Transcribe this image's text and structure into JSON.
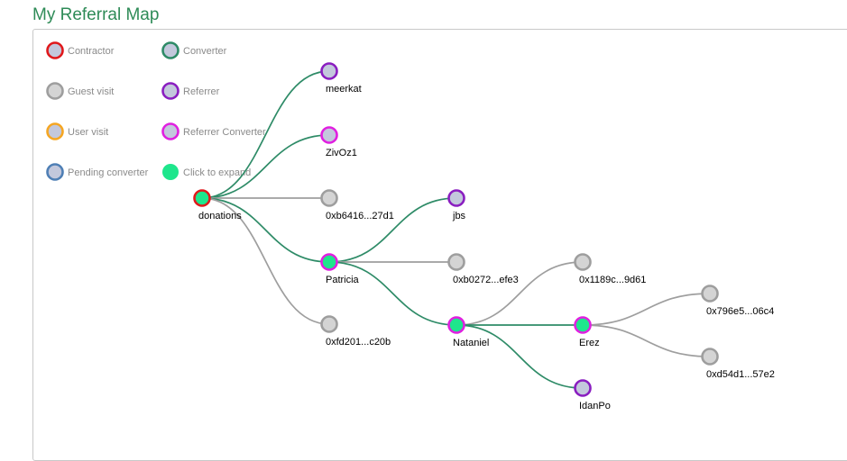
{
  "title": "My Referral Map",
  "legend": [
    {
      "label": "Contractor",
      "stroke": "#e0191c",
      "fill": "#c3c8dc"
    },
    {
      "label": "Converter",
      "stroke": "#2e8b67",
      "fill": "#c3c8dc"
    },
    {
      "label": "Guest visit",
      "stroke": "#9e9e9e",
      "fill": "#d4d4d4"
    },
    {
      "label": "Referrer",
      "stroke": "#8a1ec0",
      "fill": "#c3c8dc"
    },
    {
      "label": "User visit",
      "stroke": "#f5a623",
      "fill": "#c3c8dc"
    },
    {
      "label": "Referrer Converter",
      "stroke": "#e020e0",
      "fill": "#c3c8dc"
    },
    {
      "label": "Pending converter",
      "stroke": "#4f7fb5",
      "fill": "#c3c8dc"
    },
    {
      "label": "Click to expand",
      "stroke": "#1ee68c",
      "fill": "#1ee68c"
    }
  ],
  "colors": {
    "edge_converter": "#2e8b67",
    "edge_guest": "#9e9e9e",
    "expand": "#1ee68c"
  },
  "nodes": [
    {
      "id": "donations",
      "label": "donations",
      "type": "Contractor",
      "expandable": true
    },
    {
      "id": "meerkat",
      "label": "meerkat",
      "type": "Referrer",
      "expandable": false
    },
    {
      "id": "zivoz1",
      "label": "ZivOz1",
      "type": "Referrer Converter",
      "expandable": false
    },
    {
      "id": "g1",
      "label": "0xb6416...27d1",
      "type": "Guest visit",
      "expandable": false
    },
    {
      "id": "patricia",
      "label": "Patricia",
      "type": "Referrer Converter",
      "expandable": true
    },
    {
      "id": "g2",
      "label": "0xfd201...c20b",
      "type": "Guest visit",
      "expandable": false
    },
    {
      "id": "jbs",
      "label": "jbs",
      "type": "Referrer",
      "expandable": false
    },
    {
      "id": "g3",
      "label": "0xb0272...efe3",
      "type": "Guest visit",
      "expandable": false
    },
    {
      "id": "nataniel",
      "label": "Nataniel",
      "type": "Referrer Converter",
      "expandable": true
    },
    {
      "id": "g4",
      "label": "0x1189c...9d61",
      "type": "Guest visit",
      "expandable": false
    },
    {
      "id": "erez",
      "label": "Erez",
      "type": "Referrer Converter",
      "expandable": true
    },
    {
      "id": "idanpo",
      "label": "IdanPo",
      "type": "Referrer",
      "expandable": false
    },
    {
      "id": "g5",
      "label": "0x796e5...06c4",
      "type": "Guest visit",
      "expandable": false
    },
    {
      "id": "g6",
      "label": "0xd54d1...57e2",
      "type": "Guest visit",
      "expandable": false
    }
  ],
  "edges": [
    {
      "from": "donations",
      "to": "meerkat",
      "kind": "converter"
    },
    {
      "from": "donations",
      "to": "zivoz1",
      "kind": "converter"
    },
    {
      "from": "donations",
      "to": "g1",
      "kind": "guest"
    },
    {
      "from": "donations",
      "to": "patricia",
      "kind": "converter"
    },
    {
      "from": "donations",
      "to": "g2",
      "kind": "guest"
    },
    {
      "from": "patricia",
      "to": "jbs",
      "kind": "converter"
    },
    {
      "from": "patricia",
      "to": "g3",
      "kind": "guest"
    },
    {
      "from": "patricia",
      "to": "nataniel",
      "kind": "converter"
    },
    {
      "from": "nataniel",
      "to": "g4",
      "kind": "guest"
    },
    {
      "from": "nataniel",
      "to": "erez",
      "kind": "converter"
    },
    {
      "from": "nataniel",
      "to": "idanpo",
      "kind": "converter"
    },
    {
      "from": "erez",
      "to": "g5",
      "kind": "guest"
    },
    {
      "from": "erez",
      "to": "g6",
      "kind": "guest"
    }
  ]
}
